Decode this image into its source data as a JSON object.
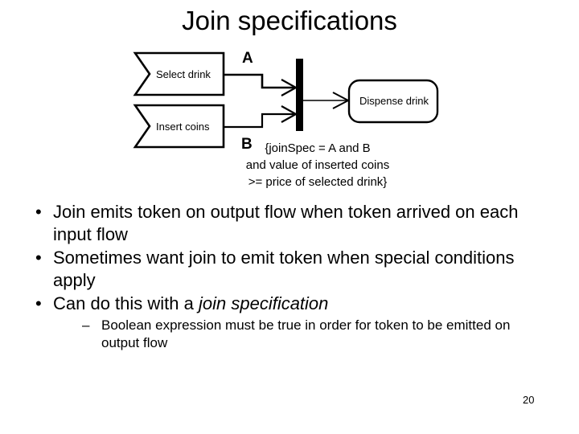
{
  "slide": {
    "title": "Join specifications",
    "page_number": "20",
    "background_color": "#ffffff",
    "text_color": "#000000"
  },
  "diagram": {
    "type": "uml-activity-join",
    "nodes": {
      "input_one": "Select drink",
      "input_two": "Insert coins",
      "output": "Dispense drink"
    },
    "flow_labels": {
      "upper": "A",
      "lower": "B"
    },
    "join_spec": {
      "line1": "{joinSpec = A and B",
      "line2": "and value of inserted coins",
      "line3": ">= price of selected drink}"
    }
  },
  "body": {
    "bullet_marker": "•",
    "subbullet_marker": "–",
    "bullets": [
      {
        "text": "Join emits token on output flow when token arrived on each input flow"
      },
      {
        "text": "Sometimes want join to emit token when special conditions apply"
      },
      {
        "text_before": "Can do this with a ",
        "text_italic": "join specification",
        "subbullets": [
          {
            "text": "Boolean expression must be true in order for token to be emitted on output flow"
          }
        ]
      }
    ]
  }
}
